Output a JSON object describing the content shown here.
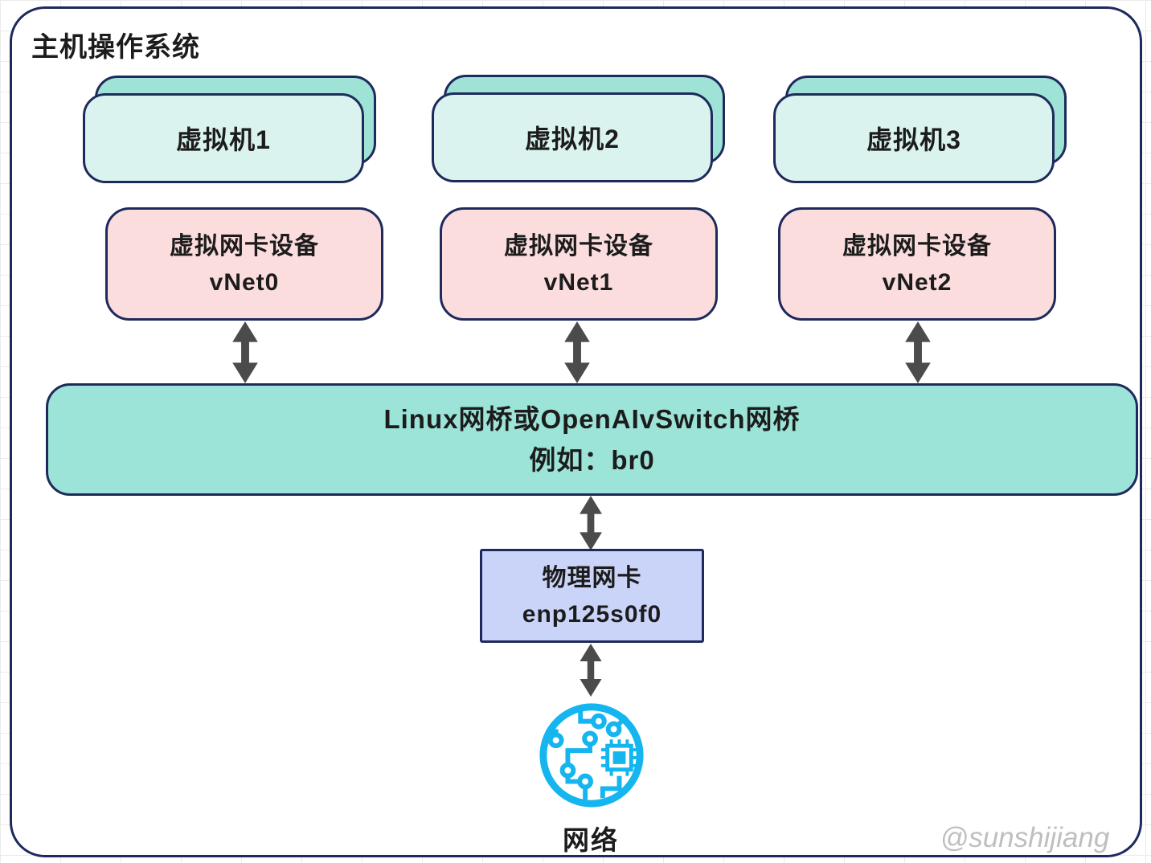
{
  "diagram": {
    "title": "主机操作系统",
    "watermark": "@sunshijiang"
  },
  "vms": [
    {
      "label": "虚拟机1"
    },
    {
      "label": "虚拟机2"
    },
    {
      "label": "虚拟机3"
    }
  ],
  "vnics": [
    {
      "line1": "虚拟网卡设备",
      "line2": "vNet0"
    },
    {
      "line1": "虚拟网卡设备",
      "line2": "vNet1"
    },
    {
      "line1": "虚拟网卡设备",
      "line2": "vNet2"
    }
  ],
  "bridge": {
    "line1": "Linux网桥或OpenAIvSwitch网桥",
    "line2": "例如：br0"
  },
  "physical_nic": {
    "line1": "物理网卡",
    "line2": "enp125s0f0"
  },
  "network": {
    "label": "网络",
    "icon": "circuit-board-network-icon"
  },
  "colors": {
    "border": "#1e2a5c",
    "vm_front": "#daf3ee",
    "vm_back": "#9ee3d6",
    "vnic_fill": "#fcdddd",
    "bridge_fill": "#9ce3d8",
    "nic_fill": "#cad4f8",
    "arrow": "#4b4b4b",
    "icon_accent": "#15b5ef",
    "watermark": "#bfbfbf",
    "text": "#1c1c1c",
    "grid": "#ebebeb"
  }
}
